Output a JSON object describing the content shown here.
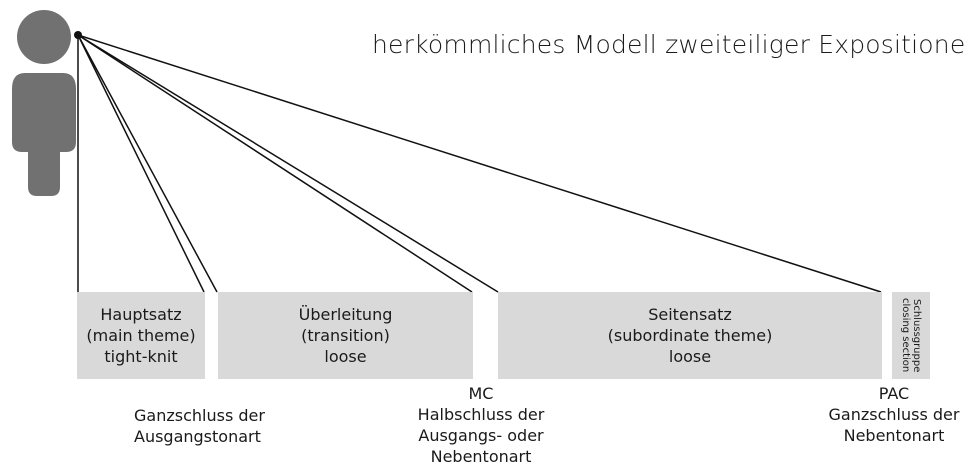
{
  "title": "herkömmliches Modell zweiteiliger Expositionen",
  "colors": {
    "person": "#717171",
    "box_fill": "#d9d9d9",
    "line": "#111111"
  },
  "icons": {
    "listener": "person-silhouette-icon"
  },
  "sections": [
    {
      "line1": "Hauptsatz",
      "line2": "(main theme)",
      "line3": "tight-knit"
    },
    {
      "line1": "Überleitung",
      "line2": "(transition)",
      "line3": "loose"
    },
    {
      "line1": "Seitensatz",
      "line2": "(subordinate theme)",
      "line3": "loose"
    },
    {
      "line1": "Schlussgruppe",
      "line2": "closing section"
    }
  ],
  "cadences": [
    {
      "line1": "Ganzschluss der",
      "line2": "Ausgangstonart"
    },
    {
      "line1": "MC",
      "line2": "Halbschluss der",
      "line3": "Ausgangs- oder",
      "line4": "Nebentonart"
    },
    {
      "line1": "PAC",
      "line2": "Ganzschluss der",
      "line3": "Nebentonart"
    }
  ]
}
